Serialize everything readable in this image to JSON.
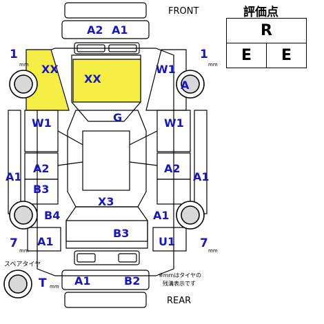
{
  "header": {
    "front": "FRONT",
    "rear": "REAR"
  },
  "score": {
    "title": "評価点",
    "overall": "R",
    "interior": "E",
    "exterior": "E"
  },
  "tire_depths": {
    "front_left": "1",
    "front_right": "1",
    "rear_left": "7",
    "rear_right": "7",
    "unit": "mm"
  },
  "spare": {
    "label": "スペアタイヤ",
    "depth": "T",
    "unit": "mm"
  },
  "note": {
    "line1": "※mmはタイヤの",
    "line2": "残溝表示です"
  },
  "damage": {
    "front_bumper_left": "A2",
    "front_bumper_right": "A1",
    "hood_left": "XX",
    "hood_center": "XX",
    "front_right_corner": "W1",
    "front_right_wheel": "A",
    "fender_left": "W1",
    "roof": "G",
    "fender_right": "W1",
    "door_left_side": "A1",
    "door_left_front": "A2",
    "door_left_rear": "B3",
    "door_right_front": "A2",
    "door_right_side": "A1",
    "trunk": "X3",
    "rear_left_wheel_area": "B4",
    "rear_right_wheel_area": "A1",
    "rear_left_quarter": "A1",
    "rear_center": "B3",
    "rear_right_quarter": "U1",
    "rear_bumper_left": "A1",
    "rear_bumper_right": "B2"
  },
  "colors": {
    "highlight": "#f5ef45",
    "label": "#1515cc",
    "outline": "#000000"
  },
  "icons": [
    "tire-icon",
    "car-body-outline"
  ]
}
